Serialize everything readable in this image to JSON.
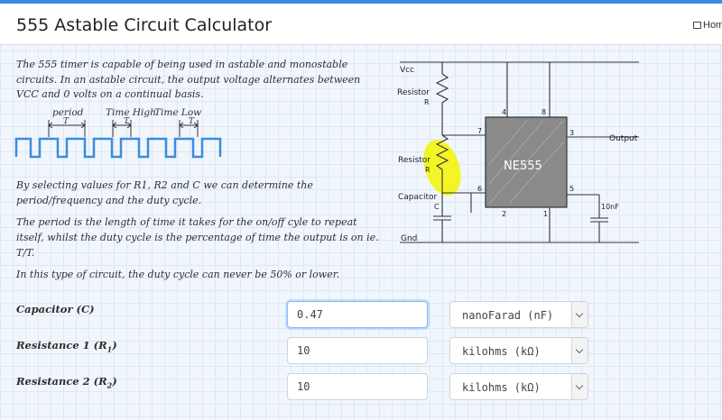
{
  "header": {
    "title": "555 Astable Circuit Calculator",
    "home_label": "Home"
  },
  "intro": {
    "text": "The 555 timer is capable of being used in astable and monostable circuits. In an astable circuit, the output voltage alternates between VCC and 0 volts on a continual basis."
  },
  "waveform": {
    "period_label": "period",
    "period_symbol": "T",
    "high_label": "Time High",
    "high_symbol": "T",
    "low_label": "Time Low",
    "low_symbol": "T"
  },
  "description": {
    "p1": "By selecting values for R1, R2 and C we can determine the period/frequency and the duty cycle.",
    "p2": "The period is the length of time it takes for the on/off cyle to repeat itself, whilst the duty cycle is the percentage of time the output is on ie. T/T.",
    "p3": "In this type of circuit, the duty cycle can never be 50% or lower."
  },
  "schematic": {
    "vcc": "Vcc",
    "gnd": "Gnd",
    "r1_label": "Resistor",
    "r1_sub": "R",
    "r2_label": "Resistor",
    "r2_sub": "R",
    "cap_label": "Capacitor",
    "cap_sub": "C",
    "chip": "NE555",
    "output": "Output",
    "cap2": "10nF",
    "pin4": "4",
    "pin8": "8",
    "pin7": "7",
    "pin3": "3",
    "pin6": "6",
    "pin5": "5",
    "pin2": "2",
    "pin1": "1",
    "highlight_color": "#f5f500"
  },
  "form": {
    "capacitor": {
      "label": "Capacitor (C)",
      "value": "0.47",
      "unit": "nanoFarad (nF)"
    },
    "resistance1": {
      "label": "Resistance 1 (R",
      "label_sub": "1",
      "label_end": ")",
      "value": "10",
      "unit": "kilohms (kΩ)"
    },
    "resistance2": {
      "label": "Resistance 2 (R",
      "label_sub": "2",
      "label_end": ")",
      "value": "10",
      "unit": "kilohms (kΩ)"
    }
  },
  "colors": {
    "accent": "#3a8dde",
    "focus": "#86b7fe"
  }
}
